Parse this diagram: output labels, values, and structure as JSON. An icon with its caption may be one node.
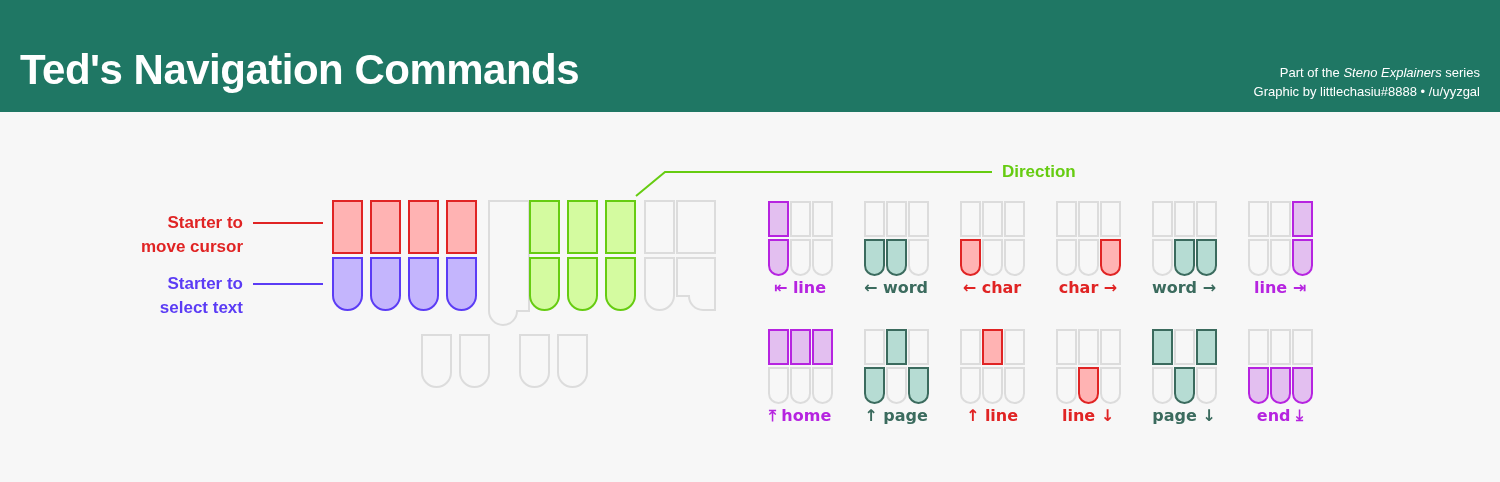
{
  "diagram": {
    "title": "Ted's Navigation Commands",
    "nodes": [
      {
        "text": [
          "Starter to move cursor"
        ]
      },
      {
        "text": [
          "Starter to select text"
        ]
      },
      {
        "text": [
          "Direction"
        ]
      },
      {
        "text": [],
        "shape": "box"
      },
      {
        "text": [],
        "shape": "box"
      },
      {
        "text": [],
        "shape": "box"
      }
    ],
    "edges": [
      {
        "from": 0,
        "to": 3,
        "arrow": "none",
        "color": "#e02424"
      },
      {
        "from": 1,
        "to": 4,
        "arrow": "none",
        "color": "#5b3cf5"
      },
      {
        "from": 2,
        "to": 5,
        "arrow": "none",
        "color": "#66cc11"
      }
    ],
    "labels": [
      "Part of the *Steno Explainers* series",
      "Graphic by littlechasiu#8888 • /u/yyzgal",
      "⇤ line",
      "← word",
      "← char",
      "char →",
      "word →",
      "line ⇥",
      "⤒ home",
      "↑ page",
      "↑ line",
      "line ↓",
      "page ↓",
      "end ⤓"
    ]
  }
}
